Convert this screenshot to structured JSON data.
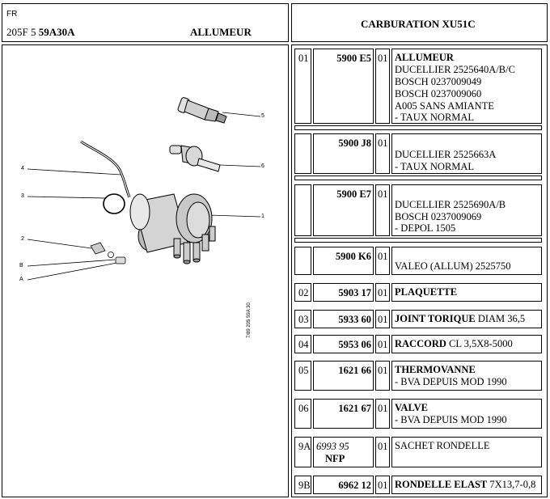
{
  "header": {
    "lang": "FR",
    "model": "205F 5",
    "plate": "59A30A",
    "section": "ALLUMEUR",
    "title": "CARBURATION XU51C"
  },
  "drawing": {
    "callouts": [
      "4",
      "3",
      "2",
      "B",
      "A",
      "5",
      "6",
      "1"
    ],
    "side_ref": "7/89 205 59A 30"
  },
  "parts": [
    {
      "ref": "01",
      "code": "5900 E5",
      "qty": "01",
      "desc": "ALLUMEUR",
      "desc_rest": "",
      "lines": [
        "DUCELLIER 2525640A/B/C",
        "BOSCH 0237009049",
        "BOSCH 0237009060",
        "A005 SANS AMIANTE",
        "- TAUX NORMAL"
      ]
    },
    {
      "ref": "",
      "code": "5900 J8",
      "qty": "01",
      "desc": "",
      "desc_rest": "",
      "lines": [
        "DUCELLIER 2525663A",
        "- TAUX NORMAL"
      ]
    },
    {
      "ref": "",
      "code": "5900 E7",
      "qty": "01",
      "desc": "",
      "desc_rest": "",
      "lines": [
        "DUCELLIER 2525690A/B",
        "BOSCH 0237009069",
        "- DEPOL 1505"
      ]
    },
    {
      "ref": "",
      "code": "5900 K6",
      "qty": "01",
      "desc": "",
      "desc_rest": "",
      "lines": [
        "VALEO (ALLUM) 2525750"
      ]
    },
    {
      "ref": "02",
      "code": "5903 17",
      "qty": "01",
      "desc": "PLAQUETTE",
      "desc_rest": "",
      "lines": []
    },
    {
      "ref": "03",
      "code": "5933 60",
      "qty": "01",
      "desc": "JOINT TORIQUE",
      "desc_rest": " DIAM 36,5",
      "lines": []
    },
    {
      "ref": "04",
      "code": "5953 06",
      "qty": "01",
      "desc": "RACCORD",
      "desc_rest": " CL 3,5X8-5000",
      "lines": []
    },
    {
      "ref": "05",
      "code": "1621 66",
      "qty": "01",
      "desc": "THERMOVANNE",
      "desc_rest": "",
      "lines": [
        "- BVA DEPUIS MOD 1990"
      ]
    },
    {
      "ref": "06",
      "code": "1621 67",
      "qty": "01",
      "desc": "VALVE",
      "desc_rest": "",
      "lines": [
        "- BVA DEPUIS MOD 1990"
      ]
    },
    {
      "ref": "9A",
      "code": "6993 95",
      "code2": "NFP",
      "qty": "01",
      "desc": "",
      "desc_rest": "",
      "lines": [
        "SACHET RONDELLE"
      ]
    },
    {
      "ref": "9B",
      "code": "6962 12",
      "qty": "01",
      "desc": "RONDELLE ELAST",
      "desc_rest": " 7X13,7-0,8",
      "lines": []
    }
  ]
}
